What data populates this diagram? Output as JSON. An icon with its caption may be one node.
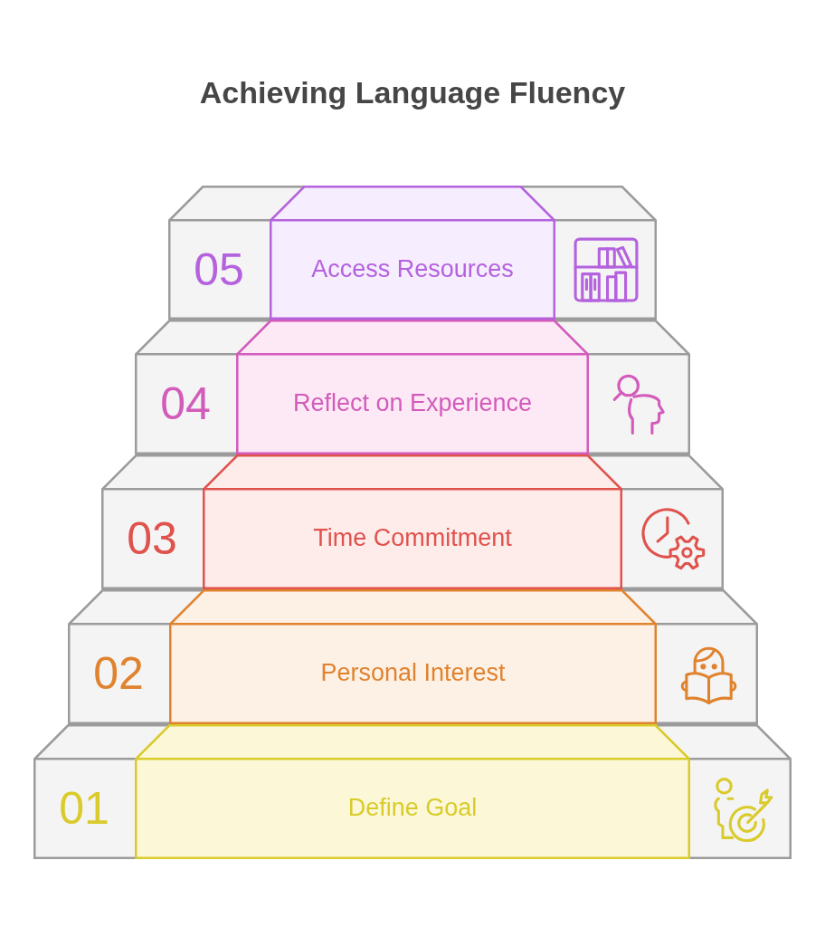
{
  "diagram": {
    "title": "Achieving Language Fluency",
    "nodes": [
      {
        "text": [
          "05"
        ]
      },
      {
        "text": [
          "Access Resources"
        ],
        "in": 0
      },
      {
        "text": [
          "04"
        ]
      },
      {
        "text": [
          "Reflect on Experience"
        ],
        "in": 2
      },
      {
        "text": [
          "03"
        ]
      },
      {
        "text": [
          "Time Commitment"
        ],
        "in": 4
      },
      {
        "text": [
          "02"
        ]
      },
      {
        "text": [
          "Personal Interest"
        ],
        "in": 6
      },
      {
        "text": [
          "01"
        ]
      },
      {
        "text": [
          "Define Goal"
        ],
        "in": 8
      }
    ]
  }
}
